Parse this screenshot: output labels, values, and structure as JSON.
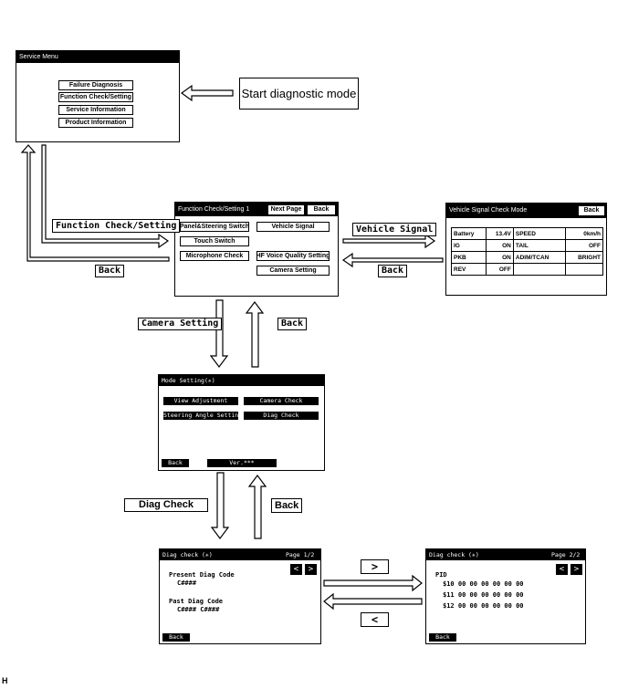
{
  "service_menu": {
    "title": "Service Menu",
    "items": [
      "Failure Diagnosis",
      "Function Check/Setting",
      "Service Information",
      "Product Information"
    ]
  },
  "start_label": "Start diagnostic mode",
  "function_check": {
    "title": "Function Check/Setting  1",
    "next_page": "Next Page",
    "back": "Back",
    "items": [
      "Panel&Steering Switch",
      "Vehicle Signal",
      "Touch Switch",
      "Microphone Check",
      "HF Voice Quality Setting",
      "Camera Setting"
    ]
  },
  "vehicle_signal": {
    "title": "Vehicle Signal Check Mode",
    "back": "Back",
    "rows": [
      {
        "k1": "Battery",
        "v1": "13.4V",
        "k2": "SPEED",
        "v2": "0km/h"
      },
      {
        "k1": "IG",
        "v1": "ON",
        "k2": "TAIL",
        "v2": "OFF"
      },
      {
        "k1": "PKB",
        "v1": "ON",
        "k2": "ADIM/TCAN",
        "v2": "BRIGHT"
      },
      {
        "k1": "REV",
        "v1": "OFF",
        "k2": "",
        "v2": ""
      }
    ]
  },
  "mode_setting": {
    "title": "Mode Setting(✳)",
    "items": [
      "View Adjustment",
      "Camera Check",
      "Steering Angle Setting",
      "Diag Check"
    ],
    "back": "Back",
    "ver": "Ver.***"
  },
  "diag_page1": {
    "title": "Diag check (✳)",
    "page": "Page 1/2",
    "present_label": "Present Diag Code",
    "present_value": "C####",
    "past_label": "Past Diag Code",
    "past_value": "C#### C####",
    "back": "Back"
  },
  "diag_page2": {
    "title": "Diag check (✳)",
    "page": "Page 2/2",
    "pid_label": "PID",
    "pid_rows": [
      "$10 00 00 00 00 00 00",
      "$11 00 00 00 00 00 00",
      "$12 00 00 00 00 00 00"
    ],
    "back": "Back"
  },
  "arrow_labels": {
    "function_check_setting": "Function Check/Setting",
    "back_1": "Back",
    "vehicle_signal": "Vehicle Signal",
    "back_2": "Back",
    "camera_setting": "Camera Setting",
    "back_3": "Back",
    "diag_check": "Diag Check",
    "back_4": "Back",
    "next_arrow": ">",
    "prev_arrow": "<"
  },
  "nav_glyphs": {
    "left": "<",
    "right": ">"
  },
  "corner_label": "H"
}
